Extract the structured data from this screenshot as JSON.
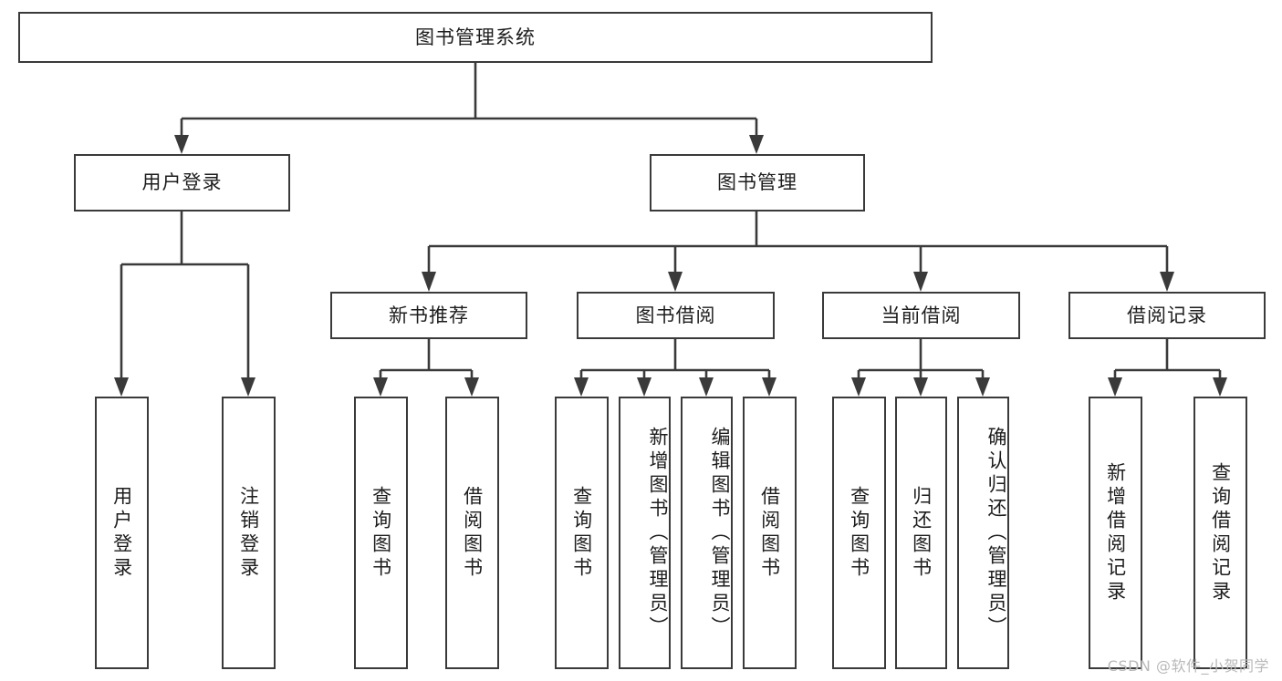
{
  "diagram": {
    "type": "tree-hierarchy",
    "title": "图书管理系统",
    "watermark": "CSDN @软件_小贺同学",
    "colors": {
      "box_border": "#3a3a3a",
      "box_fill": "#ffffff",
      "connector": "#3a3a3a",
      "text": "#1d1d1d",
      "watermark": "#b9b9b9"
    },
    "levels": {
      "root": {
        "label": "图书管理系统"
      },
      "level2": [
        {
          "id": "user-login",
          "label": "用户登录"
        },
        {
          "id": "book-manage",
          "label": "图书管理"
        }
      ],
      "level3": [
        {
          "id": "new-book-recommend",
          "label": "新书推荐",
          "parent": "book-manage"
        },
        {
          "id": "book-borrow",
          "label": "图书借阅",
          "parent": "book-manage"
        },
        {
          "id": "current-borrow",
          "label": "当前借阅",
          "parent": "book-manage"
        },
        {
          "id": "borrow-record",
          "label": "借阅记录",
          "parent": "book-manage"
        }
      ],
      "leaves": [
        {
          "id": "leaf-user-login",
          "label": "用户登录",
          "parent": "user-login"
        },
        {
          "id": "leaf-logout-login",
          "label": "注销登录",
          "parent": "user-login"
        },
        {
          "id": "leaf-query-book-1",
          "label": "查询图书",
          "parent": "new-book-recommend"
        },
        {
          "id": "leaf-borrow-book-1",
          "label": "借阅图书",
          "parent": "new-book-recommend"
        },
        {
          "id": "leaf-query-book-2",
          "label": "查询图书",
          "parent": "book-borrow"
        },
        {
          "id": "leaf-add-book",
          "label": "新增图书（管理员）",
          "parent": "book-borrow"
        },
        {
          "id": "leaf-edit-book",
          "label": "编辑图书（管理员）",
          "parent": "book-borrow"
        },
        {
          "id": "leaf-borrow-book-2",
          "label": "借阅图书",
          "parent": "book-borrow"
        },
        {
          "id": "leaf-query-book-3",
          "label": "查询图书",
          "parent": "current-borrow"
        },
        {
          "id": "leaf-return-book",
          "label": "归还图书",
          "parent": "current-borrow"
        },
        {
          "id": "leaf-confirm-return",
          "label": "确认归还（管理员）",
          "parent": "current-borrow"
        },
        {
          "id": "leaf-add-record",
          "label": "新增借阅记录",
          "parent": "borrow-record"
        },
        {
          "id": "leaf-query-record",
          "label": "查询借阅记录",
          "parent": "borrow-record"
        }
      ]
    }
  }
}
